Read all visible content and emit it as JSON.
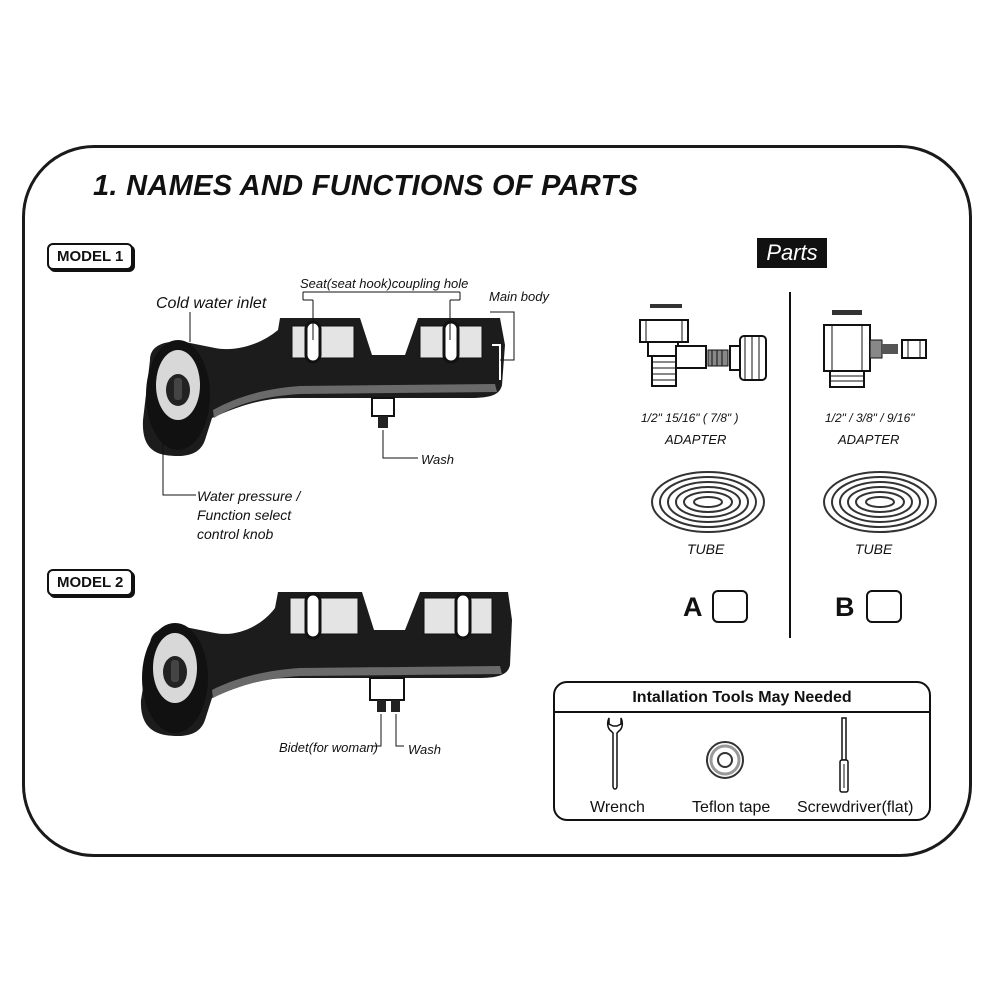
{
  "title": "1. NAMES AND FUNCTIONS OF PARTS",
  "model1": {
    "badge": "MODEL 1",
    "cold_water_inlet": "Cold water inlet",
    "coupling_hole": "Seat(seat hook)coupling hole",
    "main_body": "Main body",
    "wash": "Wash",
    "knob_line1": "Water pressure /",
    "knob_line2": "Function select",
    "knob_line3": "control knob"
  },
  "model2": {
    "badge": "MODEL 2",
    "bidet": "Bidet(for woman)",
    "wash": "Wash"
  },
  "parts": {
    "label": "Parts",
    "a": {
      "sizes": "1/2\"  15/16\"  ( 7/8\" )",
      "adapter": "ADAPTER",
      "tube": "TUBE",
      "letter": "A"
    },
    "b": {
      "sizes": "1/2\" / 3/8\" / 9/16\"",
      "adapter": "ADAPTER",
      "tube": "TUBE",
      "letter": "B"
    }
  },
  "tools": {
    "title": "Intallation Tools May Needed",
    "wrench": "Wrench",
    "teflon": "Teflon tape",
    "screwdriver": "Screwdriver(flat)"
  },
  "icons": {
    "bidet_model1": "bidet-attachment-illustration",
    "bidet_model2": "bidet-attachment-illustration",
    "adapter_a": "t-adapter-illustration",
    "adapter_b": "straight-adapter-illustration",
    "tube": "coiled-tube-illustration",
    "wrench": "wrench-icon",
    "teflon": "teflon-tape-icon",
    "screwdriver": "screwdriver-icon"
  }
}
